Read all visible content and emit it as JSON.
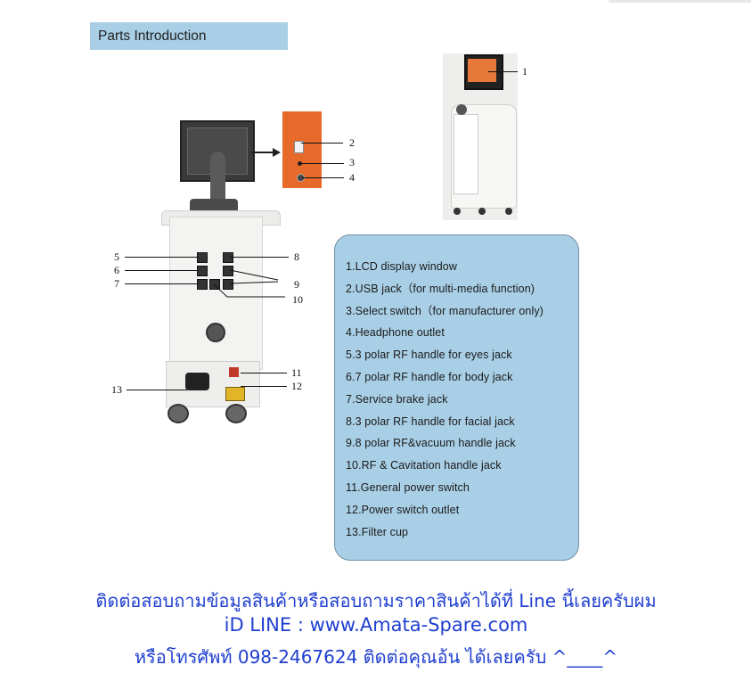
{
  "header": {
    "title": "Parts Introduction"
  },
  "callouts": [
    {
      "number": "1"
    },
    {
      "number": "2"
    },
    {
      "number": "3"
    },
    {
      "number": "4"
    },
    {
      "number": "5"
    },
    {
      "number": "6"
    },
    {
      "number": "7"
    },
    {
      "number": "8"
    },
    {
      "number": "9"
    },
    {
      "number": "10"
    },
    {
      "number": "11"
    },
    {
      "number": "12"
    },
    {
      "number": "13"
    }
  ],
  "legend": {
    "items": [
      "1.LCD display window",
      "2.USB jack（for multi-media function)",
      "3.Select switch（for manufacturer only)",
      "4.Headphone outlet",
      "5.3 polar RF handle for eyes jack",
      "6.7 polar RF handle for body jack",
      "7.Service brake jack",
      "8.3 polar RF handle for facial  jack",
      "9.8 polar RF&vacuum handle jack",
      "10.RF & Cavitation handle jack",
      "11.General power switch",
      "12.Power switch outlet",
      "13.Filter cup"
    ]
  },
  "footer": {
    "line1": "ติดต่อสอบถามข้อมูลสินค้าหรือสอบถามราคาสินค้าได้ที่ Line นี้เลยครับผม",
    "line2": "iD LINE : www.Amata-Spare.com",
    "line3": "หรือโทรศัพท์  098-2467624   ติดต่อคุณอ้น ได้เลยครับ  ^____^"
  },
  "colors": {
    "header_bg": "#a9cfe6",
    "legend_bg": "#a9cfe6",
    "footer_text": "#1f3fd0",
    "panel": "#e86a2a"
  }
}
